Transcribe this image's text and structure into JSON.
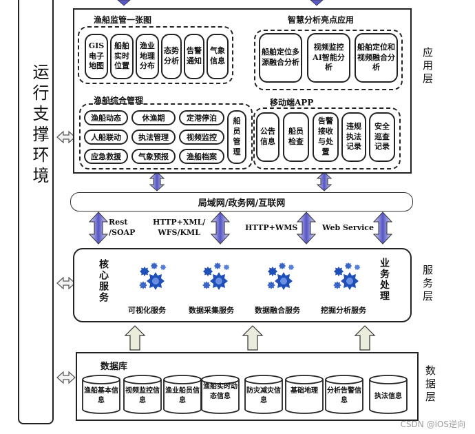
{
  "side_label": "运行支撑环境",
  "layers": {
    "app": "应用层",
    "service": "服务层",
    "data": "数据层"
  },
  "app": {
    "group1": {
      "title": "渔船监管一张图",
      "items": [
        "GIS电子地图",
        "船舶实时位置",
        "渔业地理分布",
        "态势分析",
        "告警通知",
        "气象信息"
      ]
    },
    "group2": {
      "title": "智慧分析亮点应用",
      "items": [
        "船舶定位多源融合分析",
        "视频监控AI智能分析",
        "船舶定位和视频融合分析"
      ]
    },
    "group3": {
      "title": "渔船综合管理",
      "grid": [
        "渔船动态",
        "休渔期",
        "定港停泊",
        "人船联动",
        "执法管理",
        "视频监控",
        "应急救援",
        "气象预报",
        "渔船档案"
      ],
      "side": "船员管理"
    },
    "group4": {
      "title": "移动端APP",
      "items": [
        "公告信息",
        "船员检查",
        "告警接收与处置",
        "违规执法记录",
        "安全巡查记录"
      ]
    }
  },
  "network": "局域网/政务网/互联网",
  "protocols": {
    "rest": "Rest\n/SOAP",
    "http_xml": "HTTP+XML/\nWFS/KML",
    "http_wms": "HTTP+WMS",
    "web_service": "Web Service"
  },
  "services": {
    "core": "核心服务",
    "business": "业务处理",
    "items": [
      "可视化服务",
      "数据采集服务",
      "数据融合服务",
      "挖掘分析服务"
    ]
  },
  "database": {
    "title": "数据库",
    "items": [
      "渔船基本信息",
      "视频监控信息",
      "渔业船员信息",
      "渔船实时动态信息",
      "防灾减灾信息",
      "基础地理",
      "分析告警信息",
      "执法信息"
    ]
  },
  "watermark": "CSDN @iOS逆向",
  "colors": {
    "arrow_blue": "#4a4ab8",
    "arrow_light": "#e4e4f8",
    "gear_blue": "#1f4fb8",
    "up_arrow_fill": "#ececdc"
  }
}
